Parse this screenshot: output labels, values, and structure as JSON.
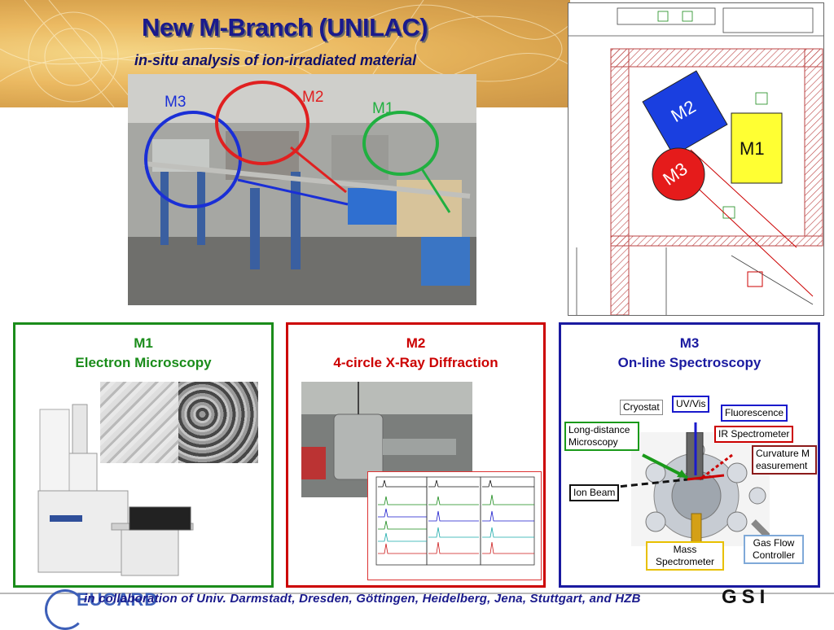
{
  "header": {
    "title": "New M-Branch (UNILAC)",
    "subtitle": "in-situ analysis of ion-irradiated material"
  },
  "photo": {
    "labels": {
      "m3": "M3",
      "m2": "M2",
      "m1": "M1"
    },
    "colors": {
      "m3": "#1a2fd6",
      "m2": "#e02020",
      "m1": "#20b040"
    }
  },
  "floor_plan": {
    "labels": {
      "m1": "M1",
      "m2": "M2",
      "m3": "M3"
    },
    "colors": {
      "m1": "#ffff33",
      "m2": "#1a3fe0",
      "m3": "#e51b1b"
    }
  },
  "panels": {
    "m1": {
      "code": "M1",
      "name": "Electron Microscopy",
      "color": "#1a8c1a"
    },
    "m2": {
      "code": "M2",
      "name": "4-circle X-Ray Diffraction",
      "color": "#cc0000"
    },
    "m3": {
      "code": "M3",
      "name": "On-line Spectroscopy",
      "color": "#1a1aa0"
    }
  },
  "spectroscopy": {
    "cryostat": "Cryostat",
    "uvvis": "UV/Vis",
    "fluorescence": "Fluorescence",
    "long_distance": "Long-distance Microscopy",
    "ir": "IR Spectrometer",
    "curvature": "Curvature Measurement",
    "ion_beam": "Ion Beam",
    "mass": "Mass Spectrometer",
    "gas": "Gas Flow Controller"
  },
  "footer": {
    "text": "in collaboration of Univ. Darmstadt, Dresden, Göttingen, Heidelberg, Jena, Stuttgart, and HZB",
    "left_logo": "EUCARD",
    "right_logo": "GSI"
  }
}
